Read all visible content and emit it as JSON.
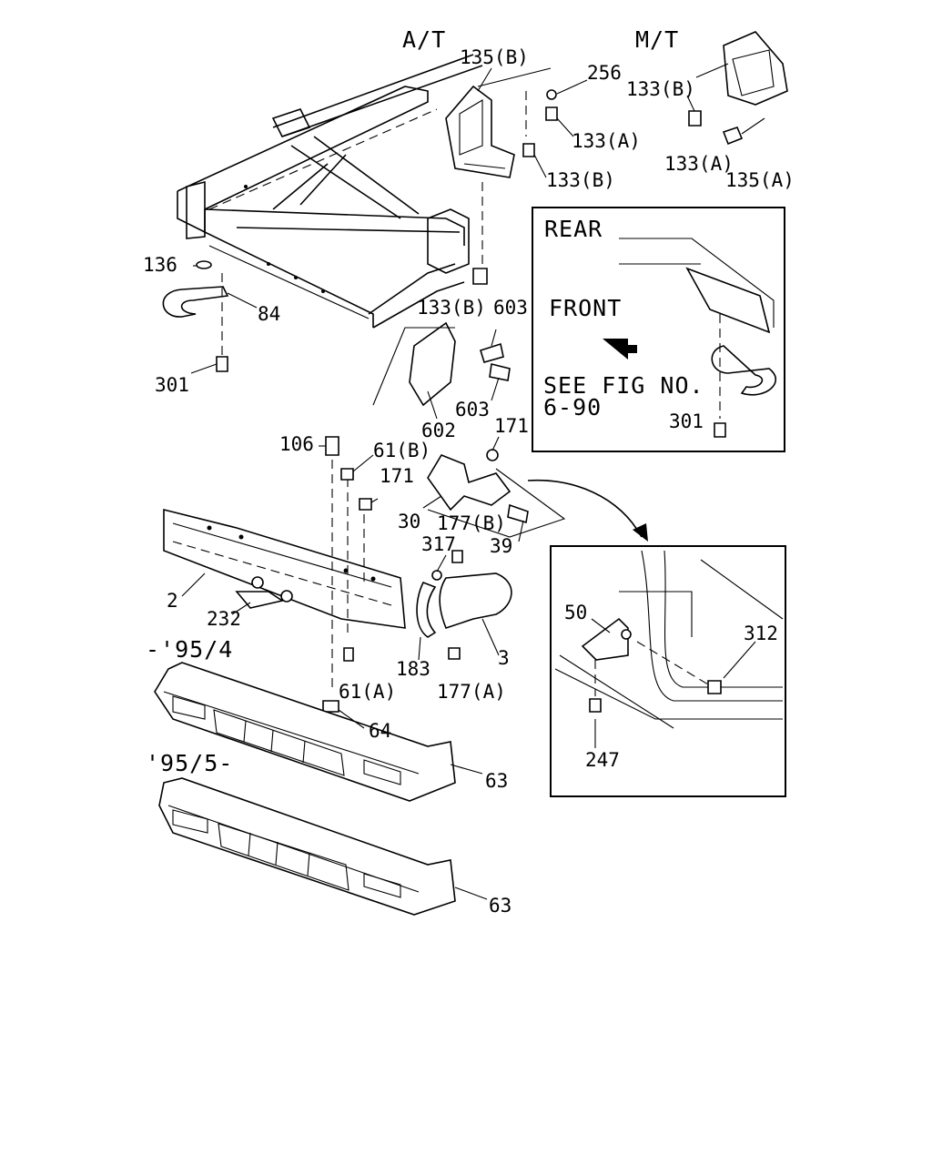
{
  "diagram": {
    "variants": {
      "at": "A/T",
      "mt": "M/T",
      "early": "-'95/4",
      "late": "'95/5-"
    },
    "inset_tow": {
      "rear": "REAR",
      "front": "FRONT",
      "see_fig_line1": "SEE FIG NO.",
      "see_fig_line2": "6-90",
      "part": "301"
    },
    "inset_detail": {
      "parts": [
        "50",
        "312",
        "247"
      ]
    },
    "callouts": {
      "p135b_at": "135(B)",
      "p256": "256",
      "p133a_at": "133(A)",
      "p133b_at": "133(B)",
      "p133b_mt": "133(B)",
      "p133a_mt": "133(A)",
      "p135a_mt": "135(A)",
      "p136": "136",
      "p84": "84",
      "p301": "301",
      "p133b_mid": "133(B)",
      "p603_top": "603",
      "p603_bot": "603",
      "p602": "602",
      "p106": "106",
      "p61b": "61(B)",
      "p171_top": "171",
      "p171_mid": "171",
      "p30": "30",
      "p177b": "177(B)",
      "p39": "39",
      "p317": "317",
      "p2": "2",
      "p232": "232",
      "p183": "183",
      "p3": "3",
      "p61a": "61(A)",
      "p177a": "177(A)",
      "p64": "64",
      "p63_upper": "63",
      "p63_lower": "63"
    }
  }
}
